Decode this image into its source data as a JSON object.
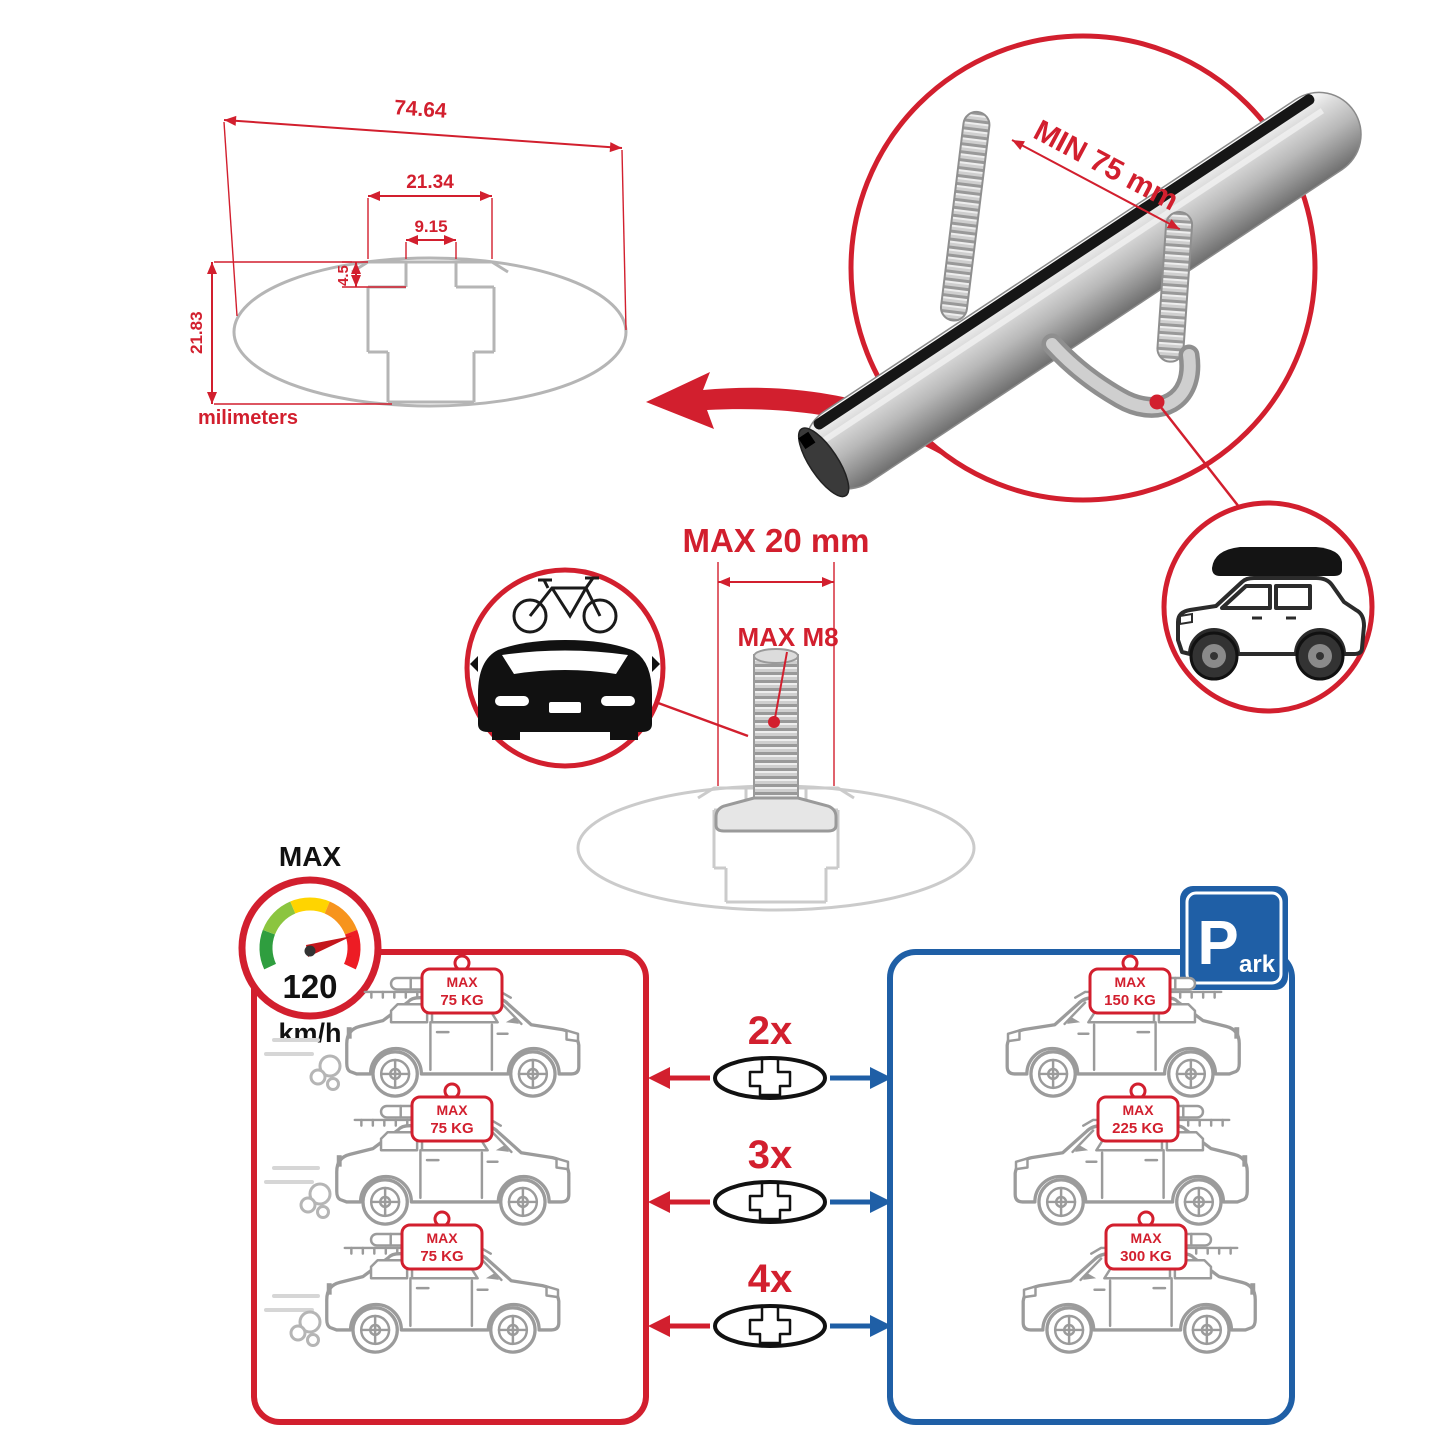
{
  "colors": {
    "red": "#d21f2e",
    "blue": "#1f5fa6",
    "gray": "#9b9b9b",
    "black": "#111111"
  },
  "cross_section": {
    "total_width": "74.64",
    "channel_width": "21.34",
    "slot_width": "9.15",
    "slot_depth": "4.5",
    "total_height": "21.83",
    "units_label": "milimeters"
  },
  "clamp_detail": {
    "min_span_label": "MIN 75 mm"
  },
  "bolt_detail": {
    "max_width_label": "MAX 20 mm",
    "max_thread_label": "MAX M8"
  },
  "speed_gauge": {
    "label": "MAX",
    "value": "120",
    "units": "km/h"
  },
  "park_sign": {
    "letter": "P",
    "suffix": "ark"
  },
  "multipliers": [
    "2x",
    "3x",
    "4x"
  ],
  "driving_loads": [
    {
      "label": "MAX",
      "value": "75 KG"
    },
    {
      "label": "MAX",
      "value": "75 KG"
    },
    {
      "label": "MAX",
      "value": "75 KG"
    }
  ],
  "parked_loads": [
    {
      "label": "MAX",
      "value": "150 KG"
    },
    {
      "label": "MAX",
      "value": "225 KG"
    },
    {
      "label": "MAX",
      "value": "300 KG"
    }
  ]
}
